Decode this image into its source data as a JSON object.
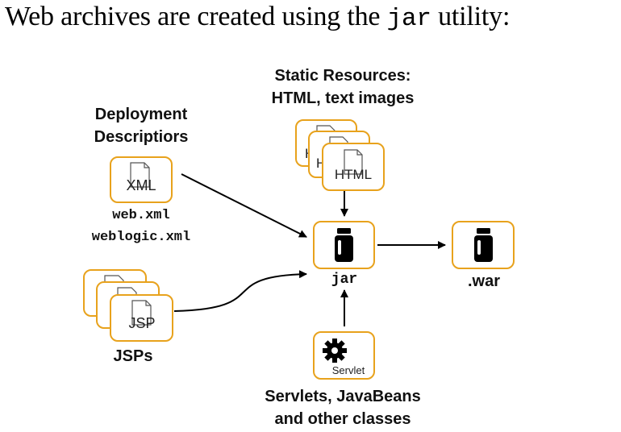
{
  "title": {
    "before": "Web archives are created using the ",
    "code": "jar",
    "after": " utility:"
  },
  "static_resources": {
    "label_line1": "Static Resources:",
    "label_line2": "HTML, text images",
    "icon_text": "HTML",
    "icon": "html-file-icon"
  },
  "deployment_descriptors": {
    "label_line1": "Deployment",
    "label_line2": "Descriptiors",
    "icon_text": "XML",
    "icon": "xml-file-icon",
    "file1": "web.xml",
    "file2": "weblogic.xml"
  },
  "jsps": {
    "label": "JSPs",
    "icon_text": "JSP",
    "icon": "jsp-file-icon"
  },
  "jar_tool": {
    "label": "jar",
    "icon": "jar-icon"
  },
  "war_output": {
    "label": ".war",
    "icon": "jar-icon"
  },
  "servlets": {
    "label_line1": "Servlets, JavaBeans",
    "label_line2": "and other classes",
    "icon_text": "Servlet",
    "icon": "gear-icon"
  },
  "colors": {
    "box_border": "#e8a21c",
    "ink": "#000000"
  }
}
